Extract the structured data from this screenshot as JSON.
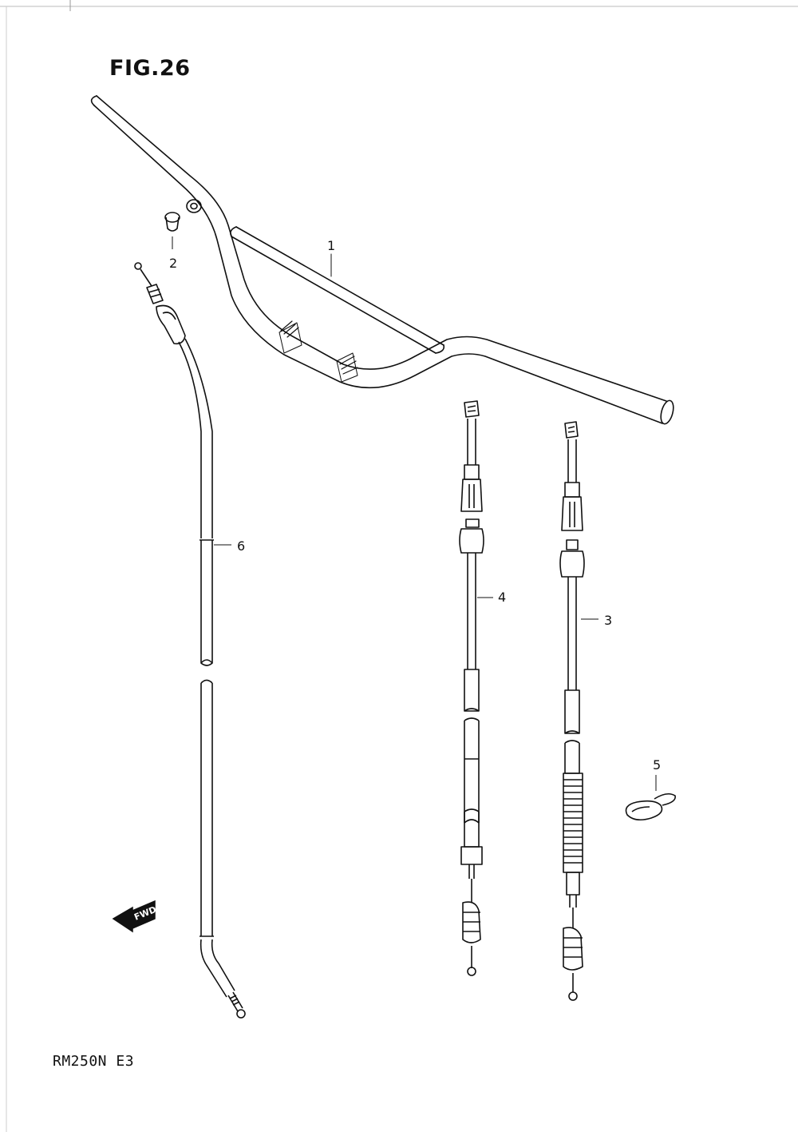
{
  "figure": {
    "title": "FIG.26",
    "model_code": "RM250N E3"
  },
  "parts": [
    {
      "ref": "1"
    },
    {
      "ref": "2"
    },
    {
      "ref": "3"
    },
    {
      "ref": "4"
    },
    {
      "ref": "5"
    },
    {
      "ref": "6"
    }
  ],
  "direction_badge": {
    "label": "FWD"
  },
  "colors": {
    "ink": "#111111",
    "paper": "#ffffff",
    "scan_edge": "#bbbbbb"
  }
}
